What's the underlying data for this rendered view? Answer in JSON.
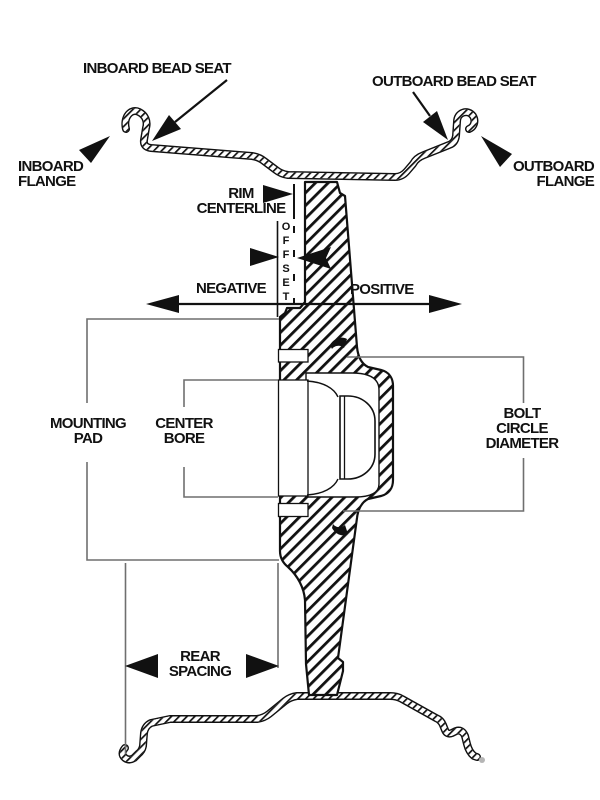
{
  "diagram": {
    "labels": {
      "inboard_bead_seat": "INBOARD BEAD SEAT",
      "outboard_bead_seat": "OUTBOARD BEAD SEAT",
      "inboard_flange": [
        "INBOARD",
        "FLANGE"
      ],
      "outboard_flange": [
        "OUTBOARD",
        "FLANGE"
      ],
      "rim_centerline": [
        "RIM",
        "CENTERLINE"
      ],
      "offset": "OFFSET",
      "negative": "NEGATIVE",
      "positive": "POSITIVE",
      "mounting_pad": [
        "MOUNTING",
        "PAD"
      ],
      "center_bore": [
        "CENTER",
        "BORE"
      ],
      "bolt_circle_diameter": [
        "BOLT",
        "CIRCLE",
        "DIAMETER"
      ],
      "rear_spacing": [
        "REAR",
        "SPACING"
      ]
    },
    "colors": {
      "ink": "#111111",
      "leader": "#6f6f6f",
      "paper": "#ffffff",
      "fleck": "#b5b5b5"
    }
  }
}
